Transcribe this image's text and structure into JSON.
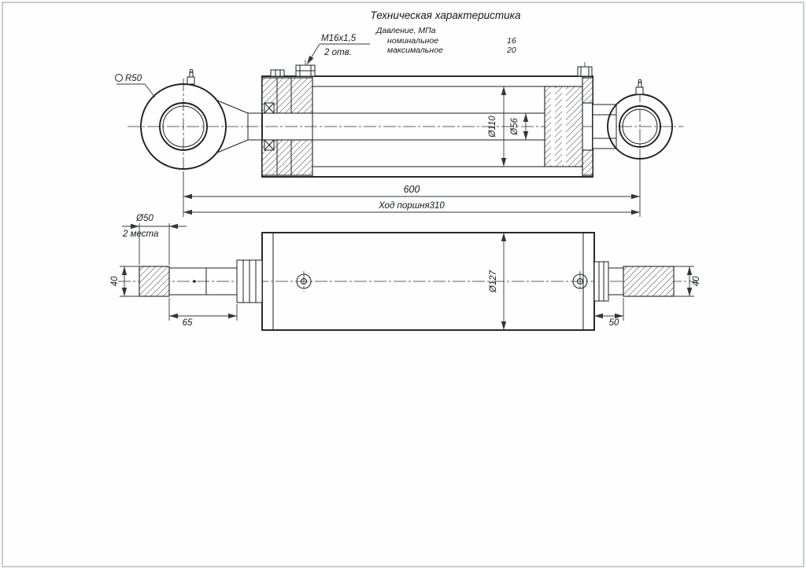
{
  "colors": {
    "line": "#1d1f22",
    "background": "#ffffff",
    "frame": "#b6bcc4"
  },
  "tech_spec": {
    "title": "Техническая характеристика",
    "pressure_label": "Давление, МПа",
    "rows": [
      {
        "label": "номинальное",
        "value": "16"
      },
      {
        "label": "максимальное",
        "value": "20"
      }
    ]
  },
  "section_view": {
    "thread_callout": "М16х1,5",
    "holes_callout": "2 отв.",
    "eye_radius": "R50",
    "bore_diameter": "Ø110",
    "rod_diameter": "Ø56",
    "overall_length": "600",
    "stroke_label": "Ход поршня310"
  },
  "outline_view": {
    "pin_diameter": "Ø50",
    "places_note": "2 места",
    "pin_width_left": "40",
    "pin_width_right": "40",
    "left_end_length": "65",
    "right_end_length": "50",
    "body_diameter": "Ø127"
  }
}
